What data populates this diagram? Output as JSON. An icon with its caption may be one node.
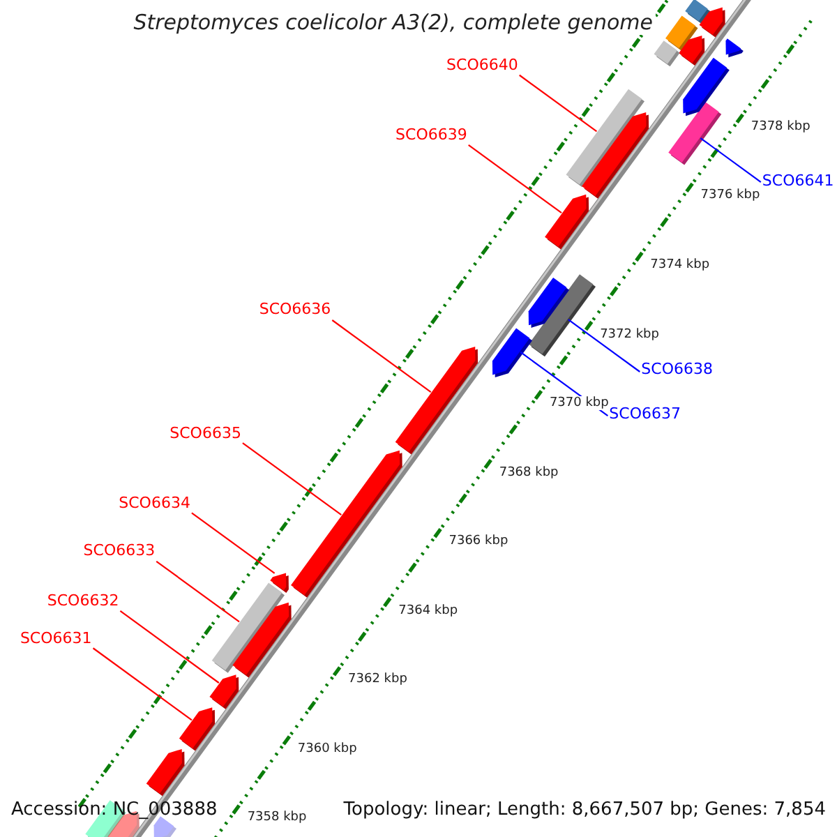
{
  "diagram": {
    "title": "Streptomyces coelicolor A3(2), complete genome",
    "nodes": [
      {
        "text": [
          "SCO6640"
        ]
      },
      {
        "text": [
          "SCO6639"
        ]
      },
      {
        "text": [
          "SCO6641"
        ]
      },
      {
        "text": [
          "SCO6636"
        ]
      },
      {
        "text": [
          "SCO6638"
        ]
      },
      {
        "text": [
          "SCO6637"
        ]
      },
      {
        "text": [
          "SCO6635"
        ]
      },
      {
        "text": [
          "SCO6634"
        ]
      },
      {
        "text": [
          "SCO6633"
        ]
      },
      {
        "text": [
          "SCO6632"
        ]
      },
      {
        "text": [
          "SCO6631"
        ]
      },
      {
        "text": [],
        "shape": "bar"
      },
      {
        "text": [],
        "shape": "bar"
      },
      {
        "text": [],
        "shape": "bar"
      },
      {
        "text": [],
        "shape": "bar"
      },
      {
        "text": [],
        "shape": "bar"
      },
      {
        "text": [],
        "shape": "bar"
      },
      {
        "text": [],
        "shape": "bar"
      },
      {
        "text": [],
        "shape": "bar"
      },
      {
        "text": [],
        "shape": "bar"
      },
      {
        "text": [],
        "shape": "bar"
      },
      {
        "text": [],
        "shape": "bar"
      },
      {
        "text": [],
        "shape": "bar"
      },
      {
        "text": [],
        "shape": "bar"
      },
      {
        "text": [],
        "shape": "bar"
      },
      {
        "text": [],
        "shape": "bar"
      },
      {
        "text": [],
        "shape": "bar"
      },
      {
        "text": [],
        "shape": "bar"
      },
      {
        "text": [],
        "shape": "bar"
      },
      {
        "text": [],
        "shape": "bar"
      },
      {
        "text": [],
        "shape": "bar"
      },
      {
        "text": [],
        "shape": "bar"
      },
      {
        "text": [],
        "shape": "bar"
      },
      {
        "text": [],
        "shape": "bar"
      },
      {
        "text": [],
        "shape": "bar"
      },
      {
        "text": [],
        "shape": "bar"
      }
    ],
    "edges": [
      {
        "from": 0,
        "to": 11,
        "arrow": "none"
      },
      {
        "from": 1,
        "to": 13,
        "arrow": "none"
      },
      {
        "from": 2,
        "to": 12,
        "arrow": "none",
        "color": "#0000ff"
      },
      {
        "from": 3,
        "to": 16,
        "arrow": "none"
      },
      {
        "from": 4,
        "to": 14,
        "arrow": "none",
        "color": "#0000ff"
      },
      {
        "from": 5,
        "to": 15,
        "arrow": "none",
        "color": "#0000ff"
      },
      {
        "from": 6,
        "to": 17,
        "arrow": "none"
      },
      {
        "from": 7,
        "to": 19,
        "arrow": "none"
      },
      {
        "from": 8,
        "to": 18,
        "arrow": "none"
      },
      {
        "from": 9,
        "to": 20,
        "arrow": "none"
      },
      {
        "from": 10,
        "to": 21,
        "arrow": "none"
      }
    ],
    "labels": [
      "7378 kbp",
      "7376 kbp",
      "7374 kbp",
      "7372 kbp",
      "7370 kbp",
      "7368 kbp",
      "7366 kbp",
      "7364 kbp",
      "7362 kbp",
      "7360 kbp",
      "Accession: NC_003888",
      "Topology: linear; Length: 8,667,507 bp; Genes: 7,854",
      "7358 kbp"
    ]
  }
}
